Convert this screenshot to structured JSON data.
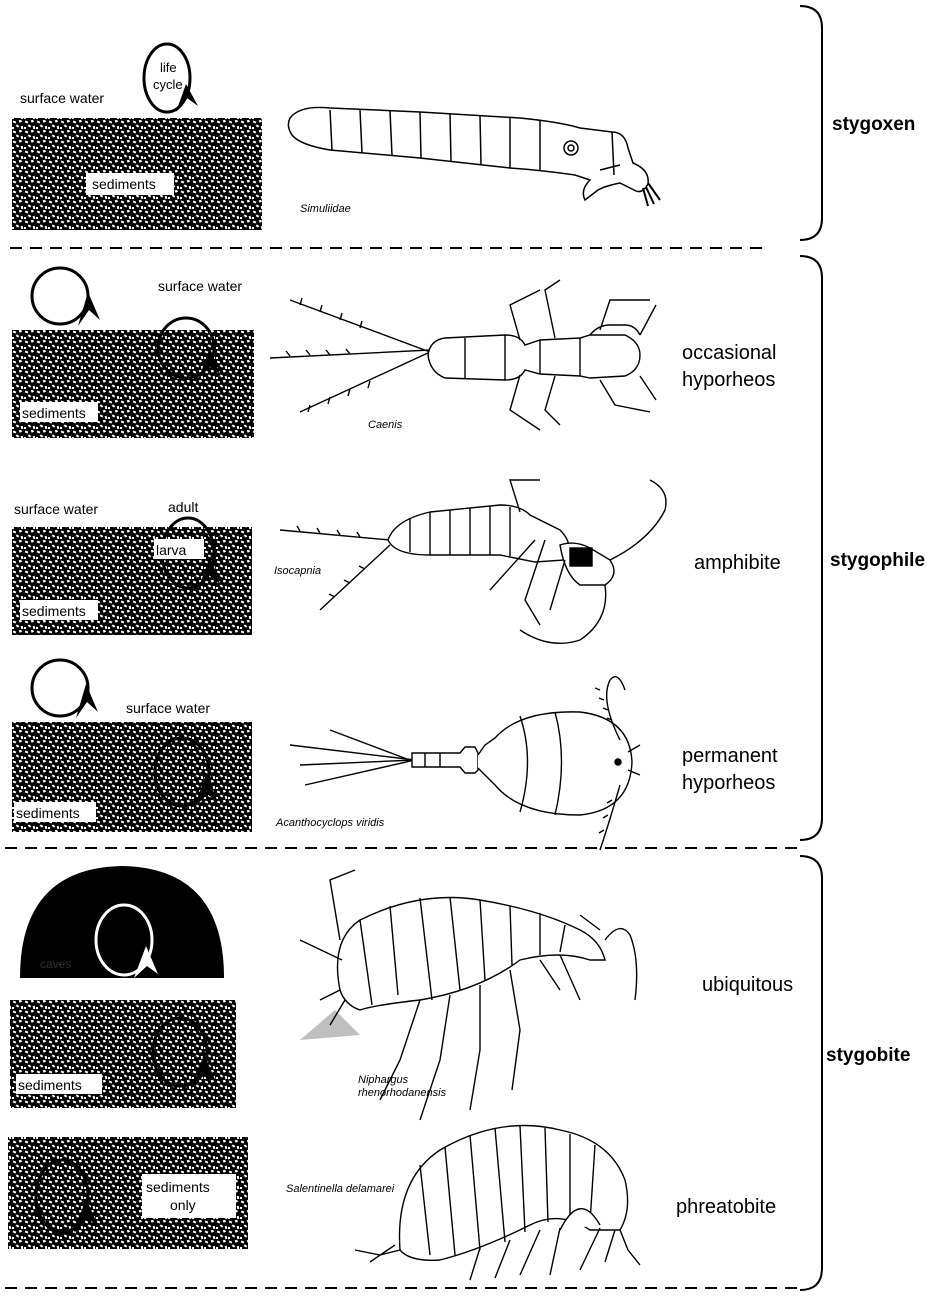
{
  "figure": {
    "stygoxen": {
      "category": "stygoxen",
      "surface_water": "surface water",
      "cycle_line1": "life",
      "cycle_line2": "cycle",
      "sediments": "sediments",
      "taxon": "Simuliidae"
    },
    "stygophile": {
      "category": "stygophile",
      "occasional": {
        "line1": "occasional",
        "line2": "hyporheos",
        "surface_water": "surface water",
        "sediments": "sediments",
        "taxon": "Caenis"
      },
      "amphibite": {
        "label": "amphibite",
        "surface_water": "surface water",
        "adult": "adult",
        "larva": "larva",
        "sediments": "sediments",
        "taxon": "Isocapnia"
      },
      "permanent": {
        "line1": "permanent",
        "line2": "hyporheos",
        "surface_water": "surface water",
        "sediments": "sediments",
        "taxon": "Acanthocyclops viridis"
      }
    },
    "stygobite": {
      "category": "stygobite",
      "ubiquitous": {
        "label": "ubiquitous",
        "cave_label": "caves",
        "sediments": "sediments",
        "taxon_line1": "Niphargus",
        "taxon_line2": "rhenorhodanensis"
      },
      "phreatobite": {
        "label": "phreatobite",
        "sed_line1": "sediments",
        "sed_line2": "only",
        "taxon": "Salentinella delamarei"
      }
    }
  },
  "colors": {
    "ink": "#000000",
    "paper": "#ffffff"
  }
}
